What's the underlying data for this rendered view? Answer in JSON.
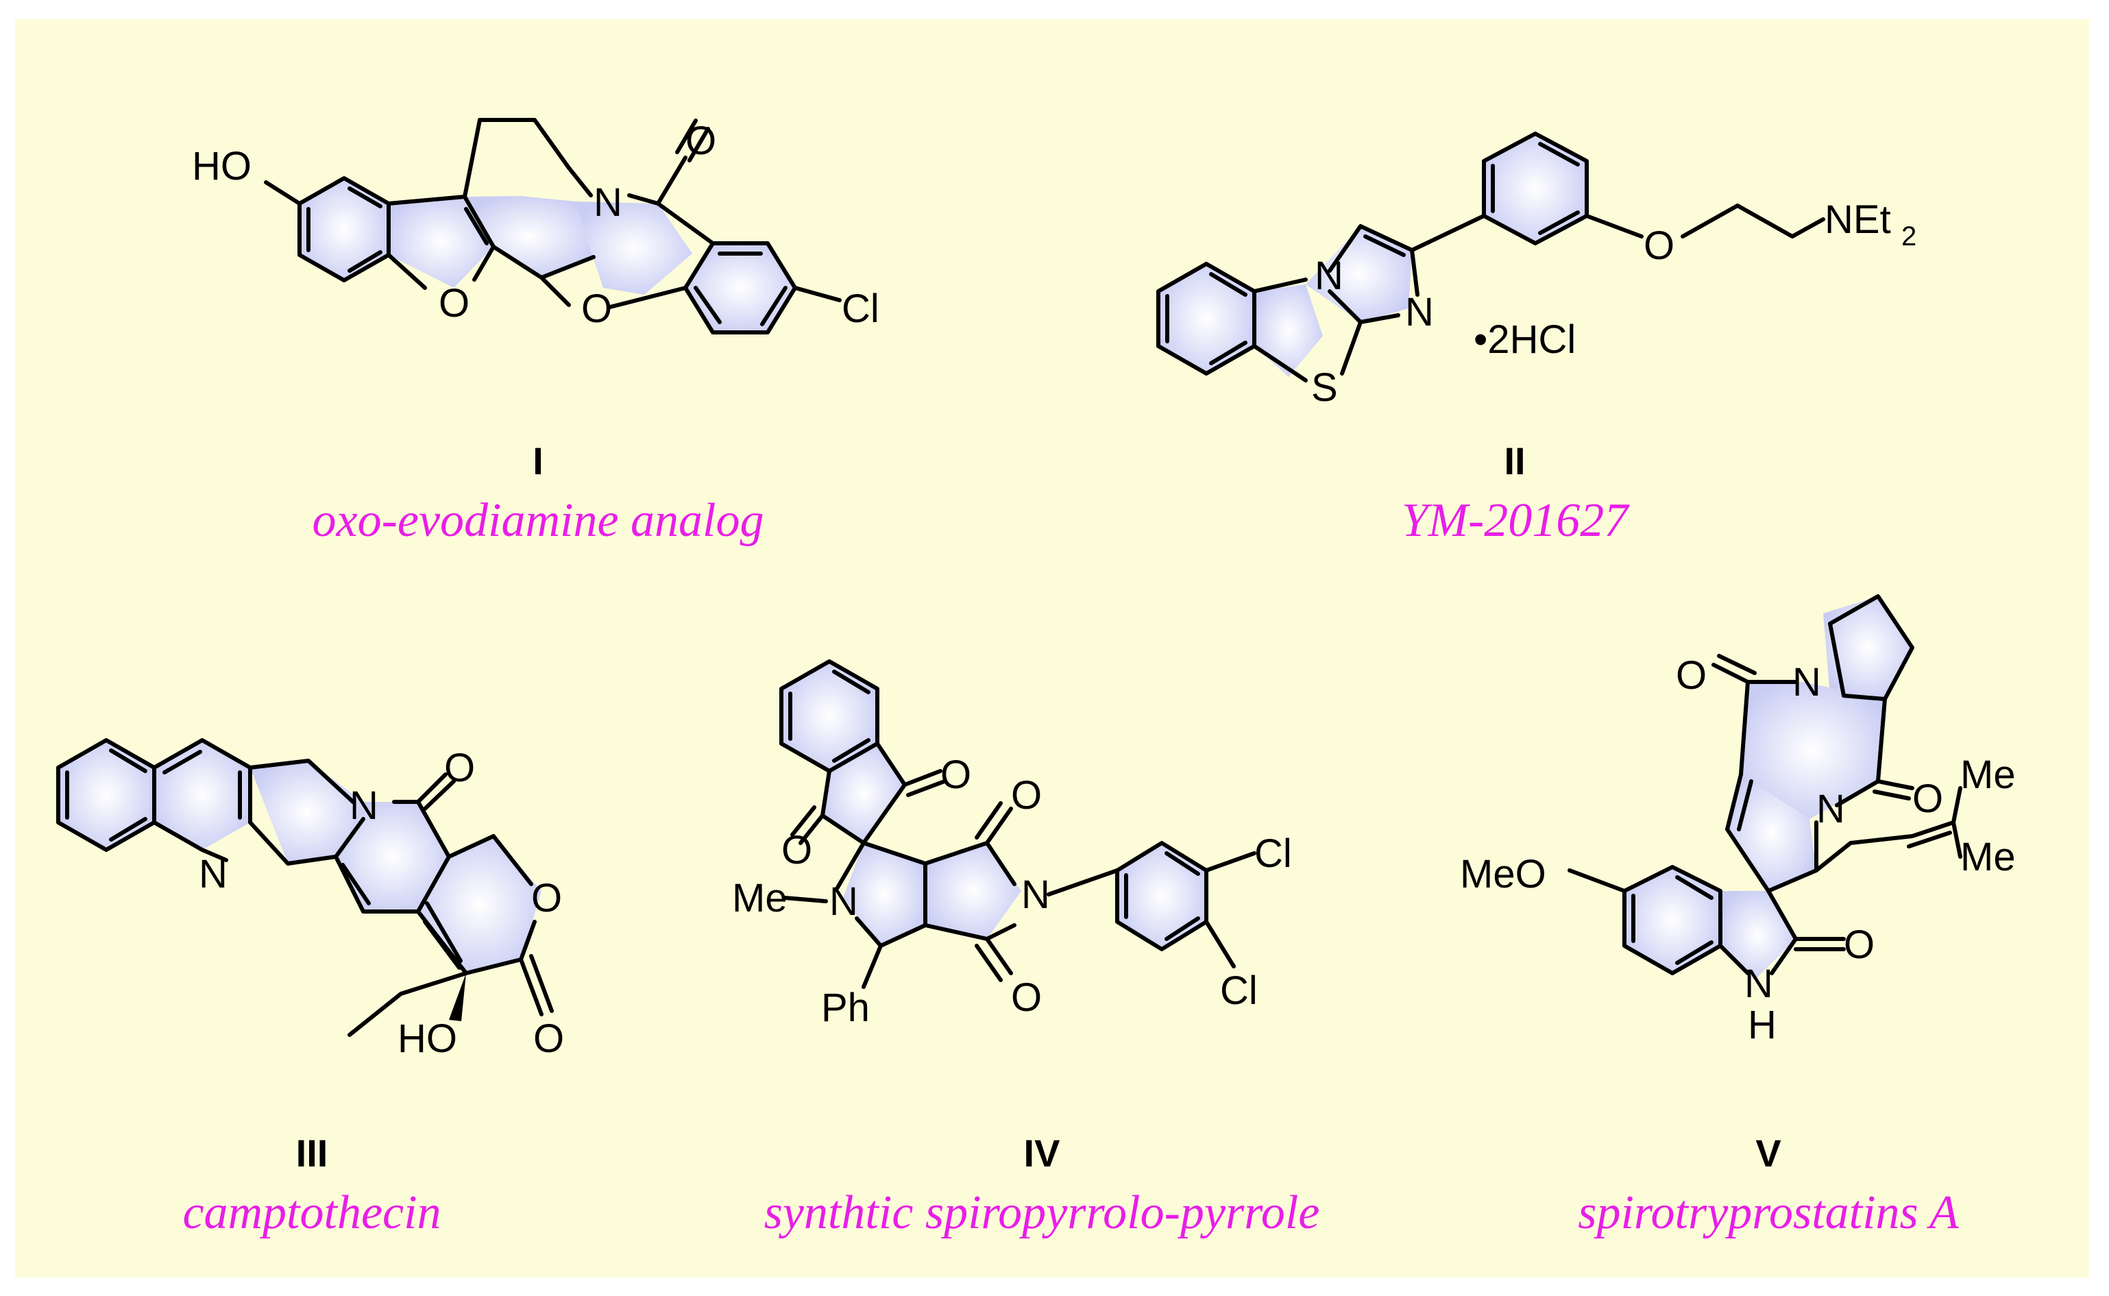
{
  "colors": {
    "panel_background": "#fdfcd9",
    "caption_color": "#e81ee8",
    "ring_fill": "#d8dbf5"
  },
  "compounds": [
    {
      "numeral": "I",
      "name": "oxo-evodiamine analog"
    },
    {
      "numeral": "II",
      "name": "YM-201627"
    },
    {
      "numeral": "III",
      "name": "camptothecin"
    },
    {
      "numeral": "IV",
      "name": "synthtic spiropyrrolo-pyrrole"
    },
    {
      "numeral": "V",
      "name": "spirotryprostatins A"
    }
  ],
  "atom_labels": {
    "I": {
      "ho": "HO",
      "o_furan": "O",
      "o_oxazine": "O",
      "n": "N",
      "o_carbonyl": "O",
      "cl": "Cl"
    },
    "II": {
      "n_bridge": "N",
      "n_imidazole": "N",
      "s": "S",
      "o": "O",
      "net": "NEt",
      "net_sub": "2",
      "salt": "•2HCl"
    },
    "III": {
      "n_quinoline": "N",
      "n_lactam": "N",
      "o_lactam": "O",
      "o_ring": "O",
      "o_lactone": "O",
      "ho": "HO"
    },
    "IV": {
      "me": "Me",
      "n_pyrrolidine": "N",
      "ph": "Ph",
      "o_ind1": "O",
      "o_ind2": "O",
      "o_imide1": "O",
      "o_imide2": "O",
      "n_imide": "N",
      "cl1": "Cl",
      "cl2": "Cl"
    },
    "V": {
      "meo": "MeO",
      "n_pro": "N",
      "o1": "O",
      "o2": "O",
      "n2": "N",
      "o_ox": "O",
      "nh_n": "N",
      "nh_h": "H",
      "me1": "Me",
      "me2": "Me"
    }
  }
}
